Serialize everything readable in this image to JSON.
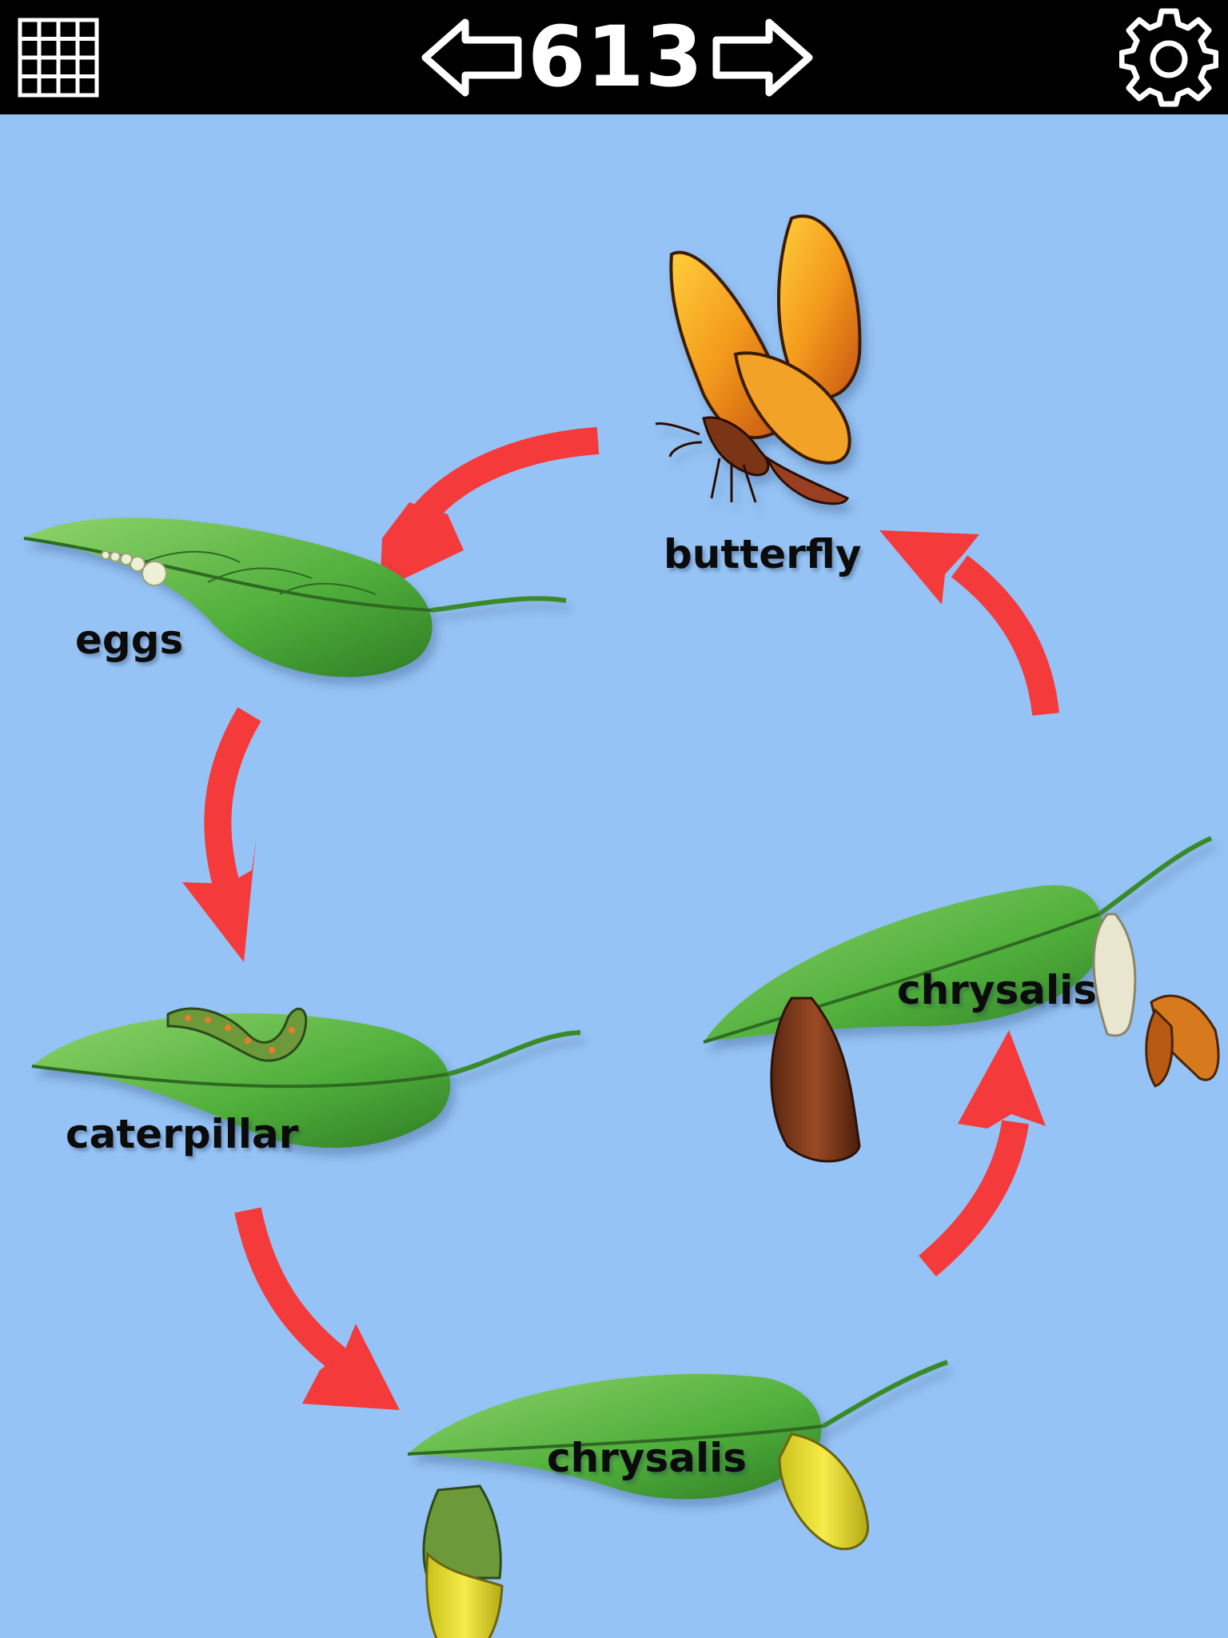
{
  "header": {
    "page_number": "613",
    "icons": {
      "grid": "grid-icon",
      "previous": "arrow-left-icon",
      "next": "arrow-right-icon",
      "settings": "gear-icon"
    }
  },
  "diagram": {
    "stages": [
      {
        "label": "butterfly"
      },
      {
        "label": "eggs"
      },
      {
        "label": "caterpillar"
      },
      {
        "label": "chrysalis"
      },
      {
        "label": "chrysalis"
      }
    ]
  },
  "colors": {
    "background": "#96c3f5",
    "topbar": "#000000",
    "arrow": "#f43a3a",
    "leaf": "#5cbf45",
    "butterfly": "#f08a1c"
  }
}
